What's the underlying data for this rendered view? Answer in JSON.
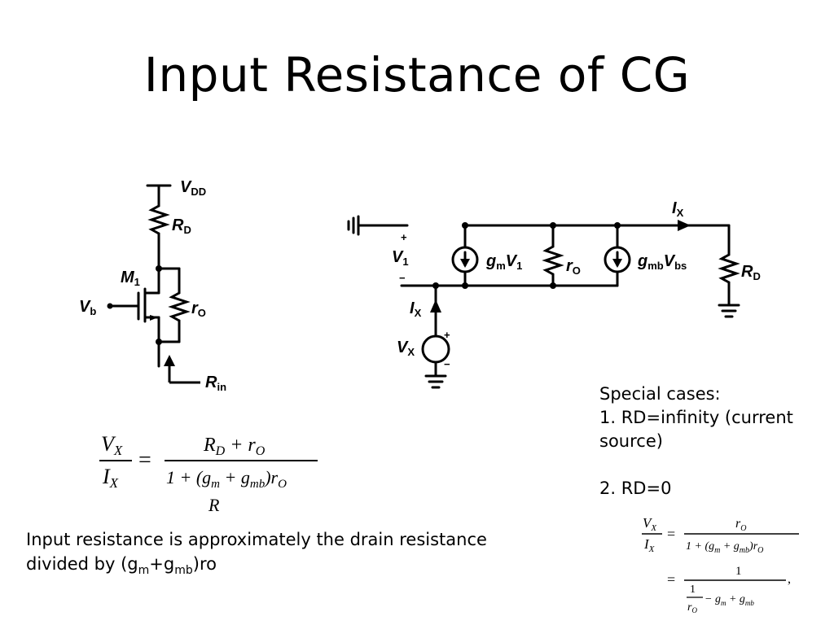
{
  "slide": {
    "title": "Input Resistance of CG"
  },
  "circuit_left": {
    "vdd": "V",
    "vdd_sub": "DD",
    "rd": "R",
    "rd_sub": "D",
    "m1": "M",
    "m1_sub": "1",
    "vb": "V",
    "vb_sub": "b",
    "ro": "r",
    "ro_sub": "O",
    "rin": "R",
    "rin_sub": "in"
  },
  "circuit_right": {
    "v1_plus": "+",
    "v1": "V",
    "v1_sub": "1",
    "v1_minus": "−",
    "gm": "g",
    "gm_sub": "m",
    "gm_v": "V",
    "gm_v_sub": "1",
    "ro": "r",
    "ro_sub": "O",
    "gmb": "g",
    "gmb_sub": "mb",
    "gmb_v": "V",
    "gmb_v_sub": "bs",
    "rd": "R",
    "rd_sub": "D",
    "ix_top": "I",
    "ix_top_sub": "X",
    "ix_left": "I",
    "ix_left_sub": "X",
    "vx": "V",
    "vx_sub": "X",
    "vx_plus": "+",
    "vx_minus": "−"
  },
  "equation_main": {
    "lhs_num": "V",
    "lhs_num_sub": "X",
    "lhs_den": "I",
    "lhs_den_sub": "X",
    "equals": "=",
    "rhs_num": "R",
    "rhs_num_sub": "D",
    "rhs_num_plus": " + r",
    "rhs_num_sub2": "O",
    "rhs_den_a": "1 + (g",
    "rhs_den_sub_m": "m",
    "rhs_den_b": " + g",
    "rhs_den_sub_mb": "mb",
    "rhs_den_c": ")r",
    "rhs_den_sub_o": "O",
    "cut_off": "R"
  },
  "special_cases": {
    "heading": "Special cases:",
    "case1_a": "1.  RD=infinity (current",
    "case1_b": "source)",
    "case2": "2.  RD=0"
  },
  "equation_small": {
    "lhs_num": "V",
    "lhs_num_sub": "X",
    "lhs_den": "I",
    "lhs_den_sub": "X",
    "equals": "=",
    "rhs1_num": "r",
    "rhs1_num_sub": "O",
    "rhs1_den_a": "1 + (g",
    "rhs1_den_sub_m": "m",
    "rhs1_den_b": " + g",
    "rhs1_den_sub_mb": "mb",
    "rhs1_den_c": ")r",
    "rhs1_den_sub_o": "O",
    "equals2": "=",
    "rhs2_num": "1",
    "rhs2_inner_num": "1",
    "rhs2_inner_den": "r",
    "rhs2_inner_den_sub": "O",
    "rhs2_rest_a": " − g",
    "rhs2_rest_sub_m": "m",
    "rhs2_rest_b": " + g",
    "rhs2_rest_sub_mb": "mb",
    "comma": ","
  },
  "note": {
    "text_line1": "Input resistance is approximately the drain resistance",
    "text_line2_a": "divided by (g",
    "sub_m": "m",
    "plus": "+g",
    "sub_mb": "mb",
    "text_line2_b": ")ro"
  }
}
